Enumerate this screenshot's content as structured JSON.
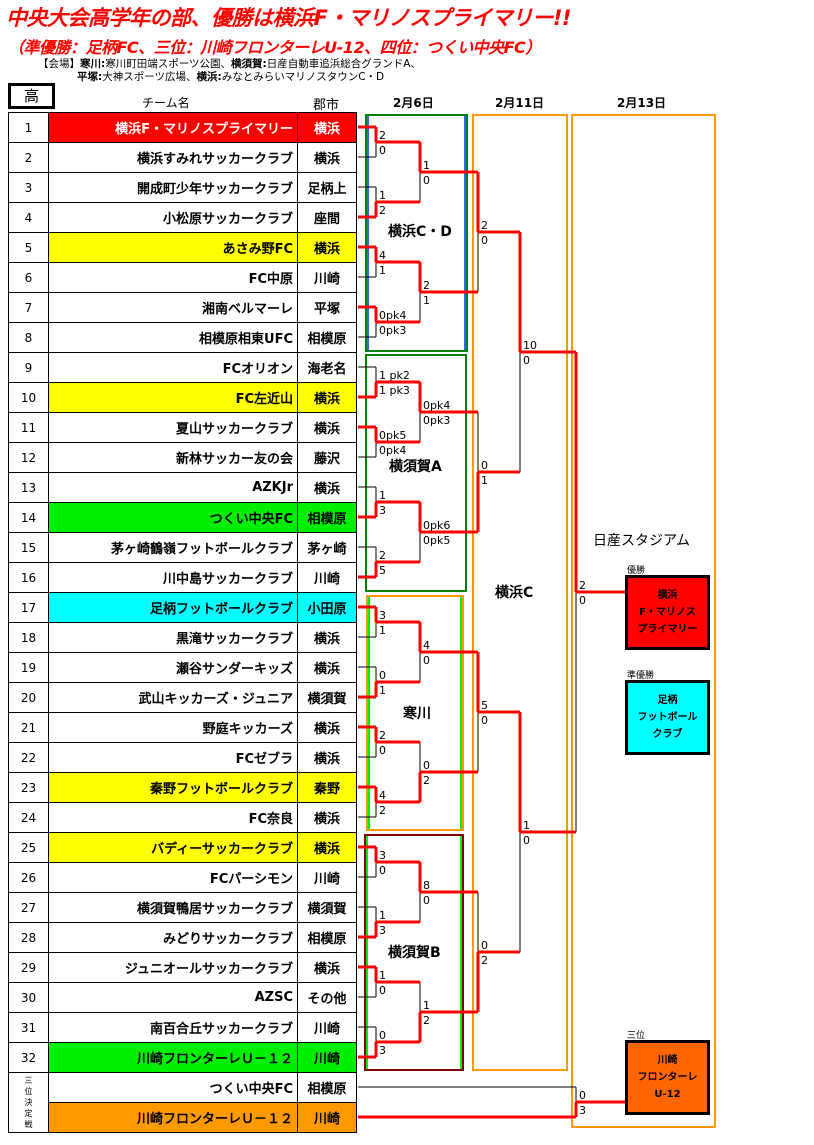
{
  "title": "中央大会高学年の部、優勝は横浜F・マリノスプライマリー!!",
  "subtitle": "（準優勝：足柄FC、三位：川崎フロンターレU-12、四位：つくい中央FC）",
  "venues": {
    "line1": [
      {
        "t": "【会場】",
        "b": false
      },
      {
        "t": "寒川:",
        "b": true
      },
      {
        "t": "寒川町田端スポーツ公園、",
        "b": false
      },
      {
        "t": "横須賀:",
        "b": true
      },
      {
        "t": "日産自動車追浜総合グランドA、",
        "b": false
      }
    ],
    "line2": [
      {
        "t": "平塚:",
        "b": true
      },
      {
        "t": "大神スポーツ広場、",
        "b": false
      },
      {
        "t": "横浜:",
        "b": true
      },
      {
        "t": "みなとみらいマリノスタウンC・D",
        "b": false
      }
    ]
  },
  "header": {
    "grade": "高",
    "team": "チーム名",
    "city": "郡市",
    "day1": "2月6日",
    "day2": "2月11日",
    "day3": "2月13日"
  },
  "teams": [
    {
      "no": "1",
      "name": "横浜F・マリノスプライマリー",
      "city": "横浜",
      "color": "#ff0000",
      "text": "#ffffff"
    },
    {
      "no": "2",
      "name": "横浜すみれサッカークラブ",
      "city": "横浜",
      "color": "#ffffff"
    },
    {
      "no": "3",
      "name": "開成町少年サッカークラブ",
      "city": "足柄上",
      "color": "#ffffff"
    },
    {
      "no": "4",
      "name": "小松原サッカークラブ",
      "city": "座間",
      "color": "#ffffff"
    },
    {
      "no": "5",
      "name": "あさみ野FC",
      "city": "横浜",
      "color": "#ffff00"
    },
    {
      "no": "6",
      "name": "FC中原",
      "city": "川崎",
      "color": "#ffffff"
    },
    {
      "no": "7",
      "name": "湘南ベルマーレ",
      "city": "平塚",
      "color": "#ffffff"
    },
    {
      "no": "8",
      "name": "相模原相東UFC",
      "city": "相模原",
      "color": "#ffffff"
    },
    {
      "no": "9",
      "name": "FCオリオン",
      "city": "海老名",
      "color": "#ffffff"
    },
    {
      "no": "10",
      "name": "FC左近山",
      "city": "横浜",
      "color": "#ffff00"
    },
    {
      "no": "11",
      "name": "夏山サッカークラブ",
      "city": "横浜",
      "color": "#ffffff"
    },
    {
      "no": "12",
      "name": "新林サッカー友の会",
      "city": "藤沢",
      "color": "#ffffff"
    },
    {
      "no": "13",
      "name": "AZKJr",
      "city": "横浜",
      "color": "#ffffff"
    },
    {
      "no": "14",
      "name": "つくい中央FC",
      "city": "相模原",
      "color": "#00ee00"
    },
    {
      "no": "15",
      "name": "茅ヶ崎鶴嶺フットボールクラブ",
      "city": "茅ヶ崎",
      "color": "#ffffff"
    },
    {
      "no": "16",
      "name": "川中島サッカークラブ",
      "city": "川崎",
      "color": "#ffffff"
    },
    {
      "no": "17",
      "name": "足柄フットボールクラブ",
      "city": "小田原",
      "color": "#00ffff"
    },
    {
      "no": "18",
      "name": "黒滝サッカークラブ",
      "city": "横浜",
      "color": "#ffffff"
    },
    {
      "no": "19",
      "name": "瀬谷サンダーキッズ",
      "city": "横浜",
      "color": "#ffffff"
    },
    {
      "no": "20",
      "name": "武山キッカーズ・ジュニア",
      "city": "横須賀",
      "color": "#ffffff"
    },
    {
      "no": "21",
      "name": "野庭キッカーズ",
      "city": "横浜",
      "color": "#ffffff"
    },
    {
      "no": "22",
      "name": "FCゼブラ",
      "city": "横浜",
      "color": "#ffffff"
    },
    {
      "no": "23",
      "name": "秦野フットボールクラブ",
      "city": "秦野",
      "color": "#ffff00"
    },
    {
      "no": "24",
      "name": "FC奈良",
      "city": "横浜",
      "color": "#ffffff"
    },
    {
      "no": "25",
      "name": "バディーサッカークラブ",
      "city": "横浜",
      "color": "#ffff00"
    },
    {
      "no": "26",
      "name": "FCパーシモン",
      "city": "川崎",
      "color": "#ffffff"
    },
    {
      "no": "27",
      "name": "横須賀鴨居サッカークラブ",
      "city": "横須賀",
      "color": "#ffffff"
    },
    {
      "no": "28",
      "name": "みどりサッカークラブ",
      "city": "相模原",
      "color": "#ffffff"
    },
    {
      "no": "29",
      "name": "ジュニオールサッカークラブ",
      "city": "横浜",
      "color": "#ffffff"
    },
    {
      "no": "30",
      "name": "AZSC",
      "city": "その他",
      "color": "#ffffff"
    },
    {
      "no": "31",
      "name": "南百合丘サッカークラブ",
      "city": "川崎",
      "color": "#ffffff"
    },
    {
      "no": "32",
      "name": "川崎フロンターレＵ－１２",
      "city": "川崎",
      "color": "#00ee00"
    }
  ],
  "third_place": {
    "label": "三位決定戦",
    "teams": [
      {
        "name": "つくい中央FC",
        "city": "相模原",
        "color": "#ffffff"
      },
      {
        "name": "川崎フロンターレＵ－１２",
        "city": "川崎",
        "color": "#ff9900"
      }
    ],
    "score": [
      "0",
      "3"
    ],
    "winner": 1
  },
  "venue_labels": {
    "yokohama_cd": "横浜C・D",
    "yokosuka_a": "横須賀A",
    "samukawa": "寒川",
    "yokosuka_b": "横須賀B",
    "yokohama_c": "横浜C",
    "nissan": "日産スタジアム"
  },
  "results": {
    "champion_caption": "優勝",
    "champion": "横浜\nF・マリノス\nプライマリー",
    "champion_color": "#ff0000",
    "runnerup_caption": "準優勝",
    "runnerup": "足柄\nフットボール\nクラブ",
    "runnerup_color": "#00ffff",
    "third_caption": "三位",
    "third": "川崎\nフロンターレ\nU-12",
    "third_color": "#ff6600"
  },
  "rounds": [
    [
      {
        "s": [
          "2",
          "0"
        ],
        "w": 0
      },
      {
        "s": [
          "1",
          "2"
        ],
        "w": 1
      },
      {
        "s": [
          "4",
          "1"
        ],
        "w": 0
      },
      {
        "s": [
          "0pk4",
          "0pk3"
        ],
        "w": 0
      },
      {
        "s": [
          "1 pk2",
          "1 pk3"
        ],
        "w": 1
      },
      {
        "s": [
          "0pk5",
          "0pk4"
        ],
        "w": 0
      },
      {
        "s": [
          "1",
          "3"
        ],
        "w": 1
      },
      {
        "s": [
          "2",
          "5"
        ],
        "w": 1
      },
      {
        "s": [
          "3",
          "1"
        ],
        "w": 0
      },
      {
        "s": [
          "0",
          "1"
        ],
        "w": 1
      },
      {
        "s": [
          "2",
          "0"
        ],
        "w": 0
      },
      {
        "s": [
          "4",
          "2"
        ],
        "w": 0
      },
      {
        "s": [
          "3",
          "0"
        ],
        "w": 0
      },
      {
        "s": [
          "1",
          "3"
        ],
        "w": 1
      },
      {
        "s": [
          "1",
          "0"
        ],
        "w": 0
      },
      {
        "s": [
          "0",
          "3"
        ],
        "w": 1
      }
    ],
    [
      {
        "s": [
          "1",
          "0"
        ],
        "w": 0
      },
      {
        "s": [
          "2",
          "1"
        ],
        "w": 0
      },
      {
        "s": [
          "0pk4",
          "0pk3"
        ],
        "w": 0
      },
      {
        "s": [
          "0pk6",
          "0pk5"
        ],
        "w": 0
      },
      {
        "s": [
          "4",
          "0"
        ],
        "w": 0
      },
      {
        "s": [
          "0",
          "2"
        ],
        "w": 1
      },
      {
        "s": [
          "8",
          "0"
        ],
        "w": 0
      },
      {
        "s": [
          "1",
          "2"
        ],
        "w": 1
      }
    ],
    [
      {
        "s": [
          "2",
          "0"
        ],
        "w": 0
      },
      {
        "s": [
          "0",
          "1"
        ],
        "w": 1
      },
      {
        "s": [
          "5",
          "0"
        ],
        "w": 0
      },
      {
        "s": [
          "0",
          "2"
        ],
        "w": 1
      }
    ],
    [
      {
        "s": [
          "10",
          "0"
        ],
        "w": 0
      },
      {
        "s": [
          "1",
          "0"
        ],
        "w": 0
      }
    ],
    [
      {
        "s": [
          "2",
          "0"
        ],
        "w": 0
      }
    ]
  ],
  "colors": {
    "win_line": "#ff0000",
    "lose_line": "#000000"
  }
}
